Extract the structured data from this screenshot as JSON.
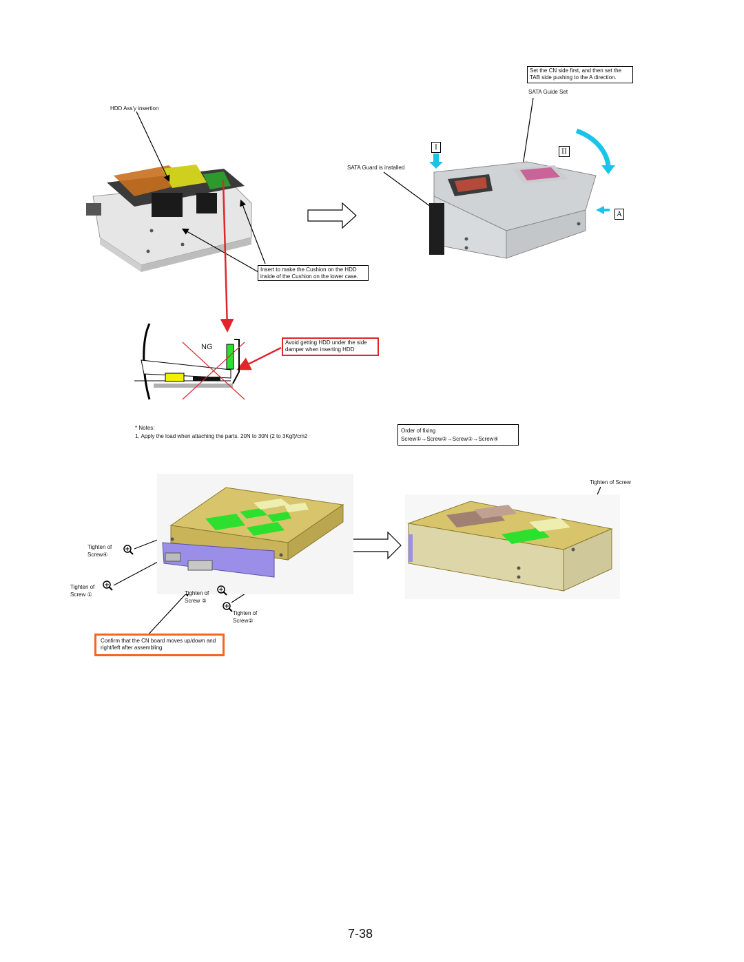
{
  "callouts": {
    "hdd_insertion": "HDD Ass'y insertion",
    "set_cn_side": "Set the CN side first, and then set the TAB side pushing to the A direction.",
    "sata_guide_set": "SATA Guide Set",
    "sata_guard_installed": "SATA Guard is installed",
    "insert_cushion": "Insert to make the Cushion on the HDD inside of the Cushion on the lower case.",
    "ng": "NG",
    "avoid_hdd": "Avoid getting HDD under the side damper when inserting HDD",
    "tighten_screw": "Tighten of Screw",
    "tighten_screw4_a": "Tighten of",
    "tighten_screw4_b": "Screw④",
    "tighten_screw1_a": "Tighten of",
    "tighten_screw1_b": "Screw ①",
    "tighten_screw3_a": "Tighten of",
    "tighten_screw3_b": "Screw ③",
    "tighten_screw2_a": "Tighten of",
    "tighten_screw2_b": "Screw②",
    "confirm_cn": "Confirm that the CN board moves up/down and right/left after assembling."
  },
  "markers": {
    "step1": "I",
    "step2": "II",
    "direction": "A"
  },
  "notes": {
    "heading": "* Notes:",
    "item1": "1. Apply the load when attaching the parts. 20N to 30N (2 to 3Kgf)/cm2"
  },
  "order": {
    "title": "Order of fixing",
    "sequence": "Screw①→Screw②→Screw③→Screw④"
  },
  "page_number": "7-38",
  "colors": {
    "ng_red": "#e0252b",
    "cyan_arrow": "#18c4e8",
    "orange_box": "#f26522",
    "case_gold": "#d8c46a",
    "pad_green": "#2ee02e",
    "cn_purple": "#9a8ee8"
  }
}
